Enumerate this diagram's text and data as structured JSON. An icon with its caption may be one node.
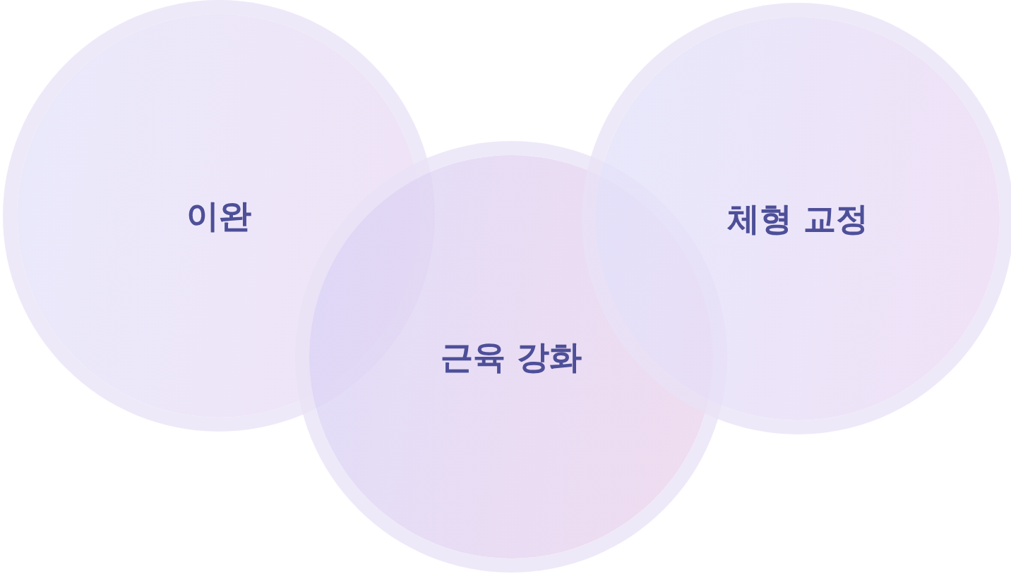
{
  "diagram": {
    "nodes": [
      {
        "text": [
          "이완"
        ]
      },
      {
        "text": [
          "근육 강화"
        ]
      },
      {
        "text": [
          "체형 교정"
        ]
      }
    ]
  }
}
